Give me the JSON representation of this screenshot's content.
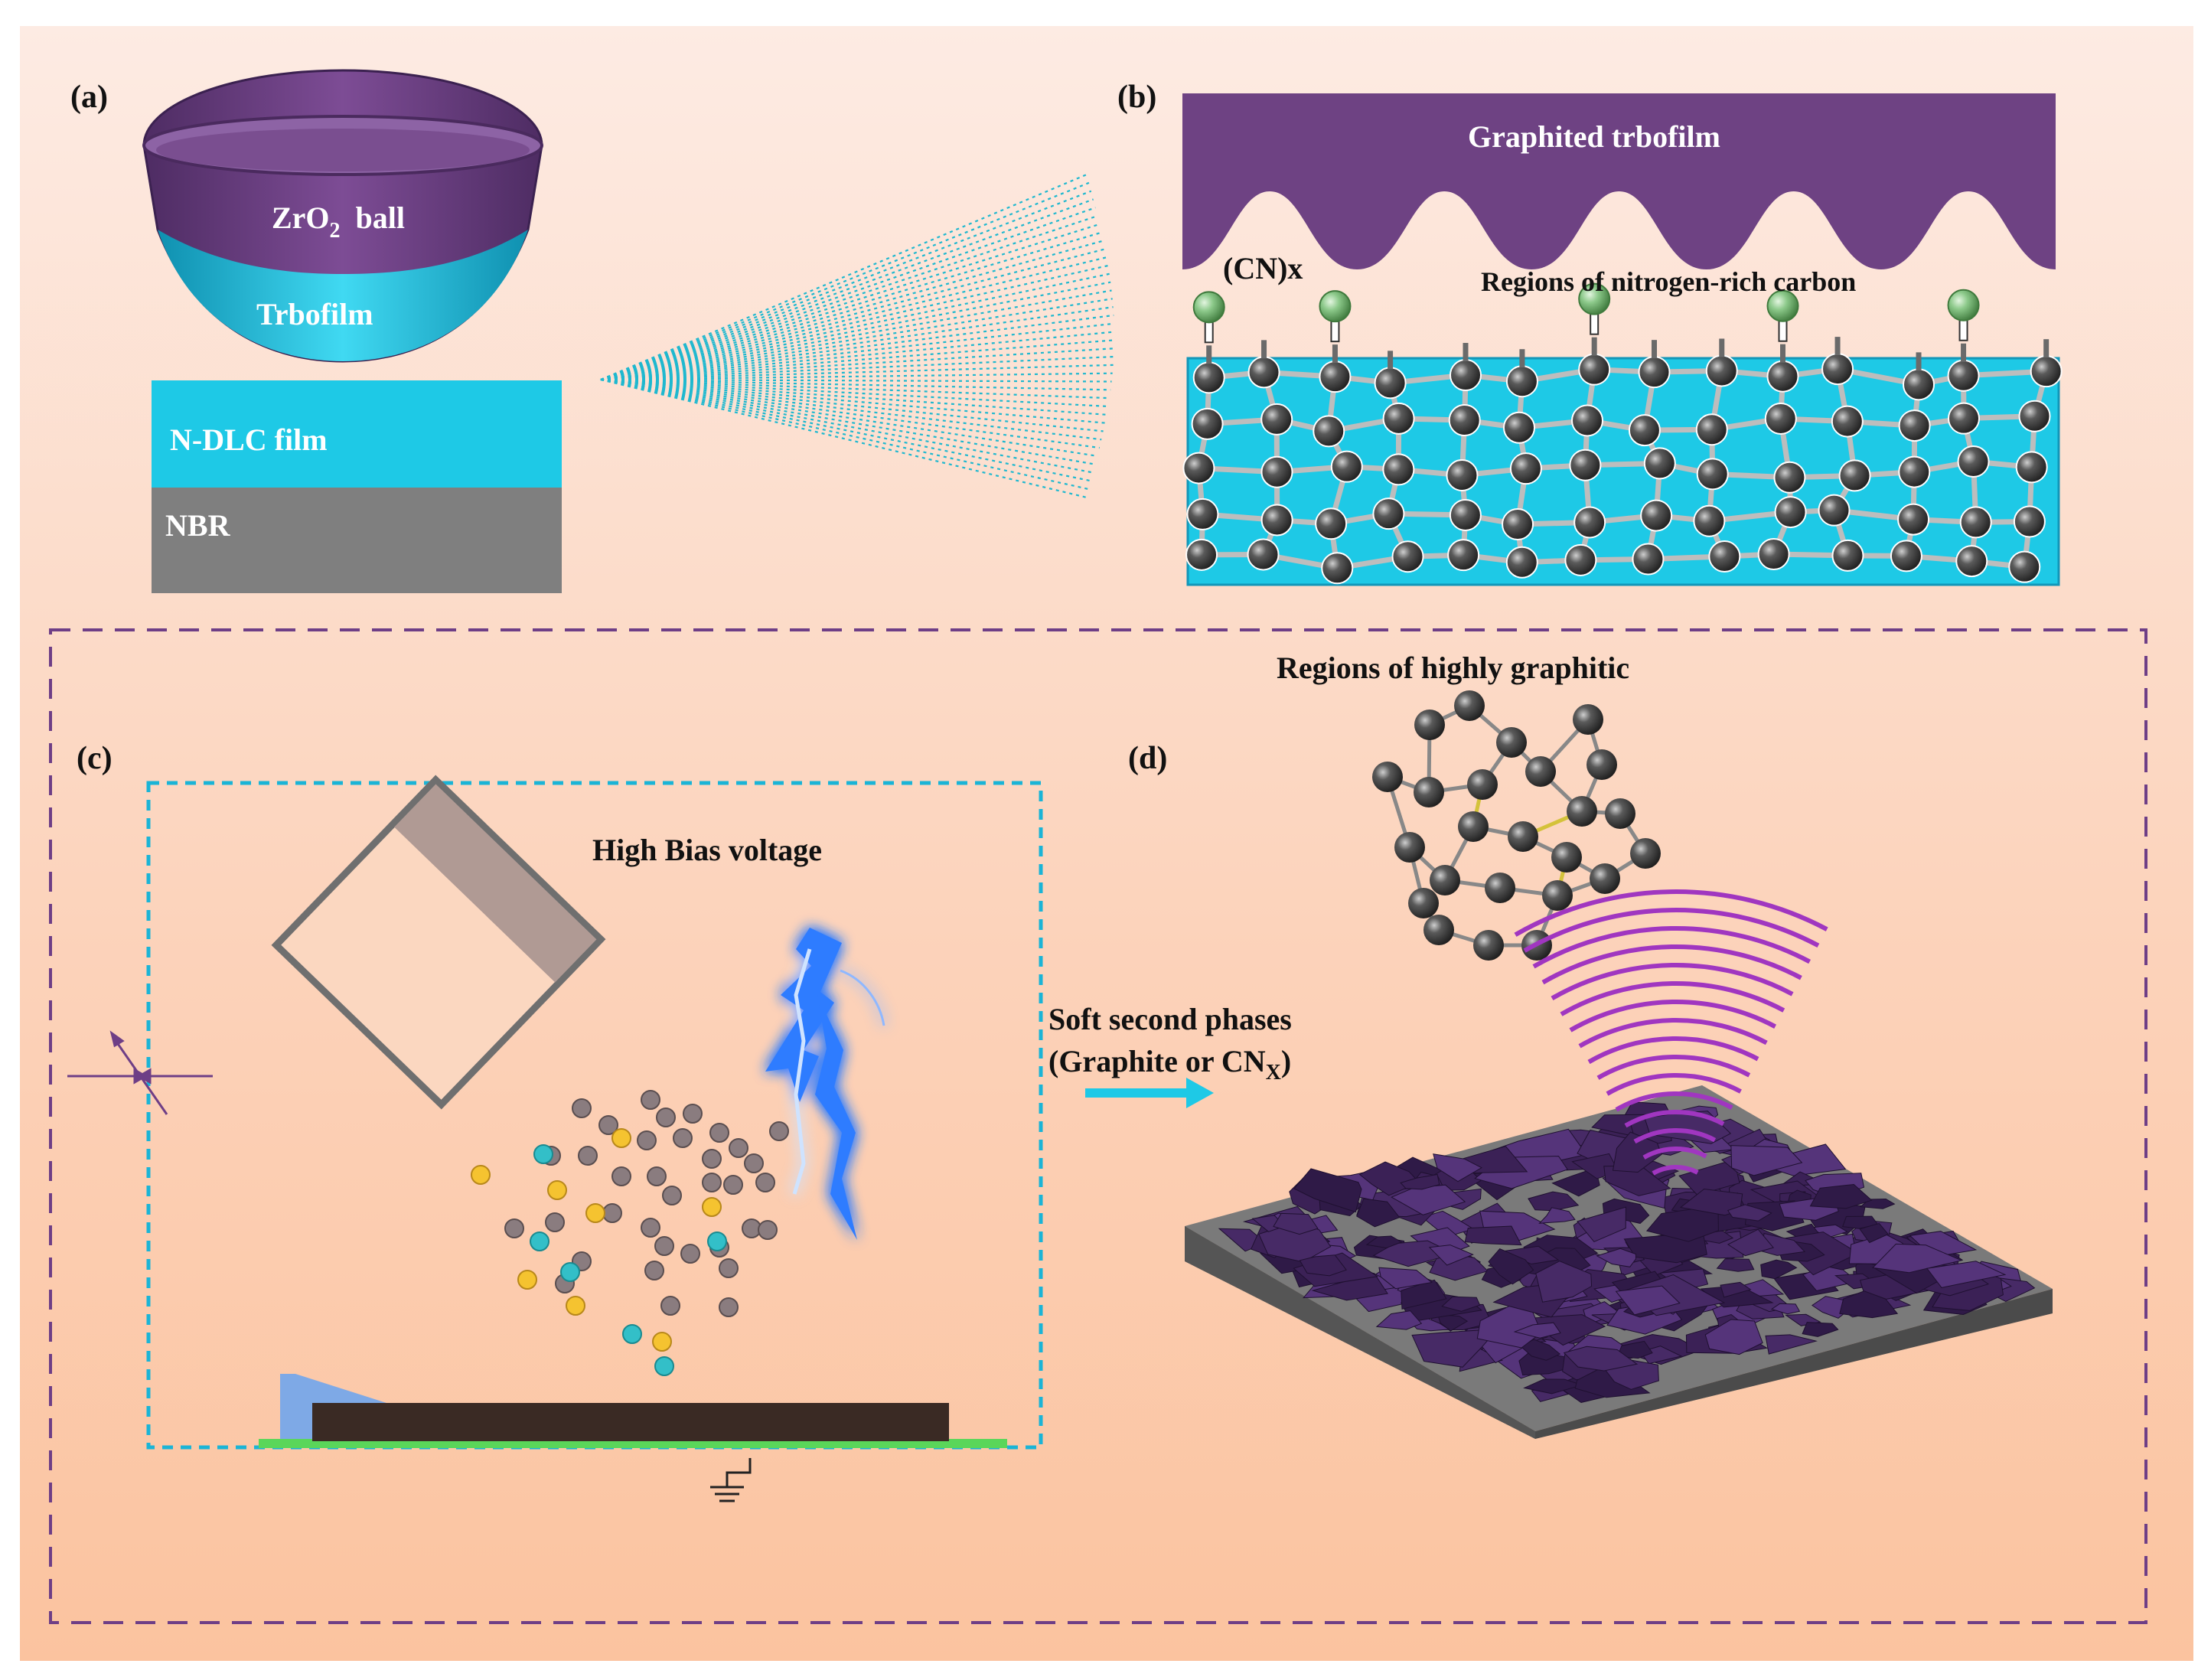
{
  "panels": {
    "a": {
      "label": "(a)",
      "ball_text": "ZrO",
      "ball_sub": "2",
      "ball_suffix": "ball",
      "tribofilm": "Trbofilm",
      "film": "N-DLC film",
      "substrate": "NBR"
    },
    "b": {
      "label": "(b)",
      "top": "Graphited trbofilm",
      "cnx": "(CN)x",
      "region": "Regions of nitrogen-rich  carbon"
    },
    "c": {
      "label": "(c)",
      "voltage": "High Bias voltage"
    },
    "arrow": {
      "line1": "Soft second phases",
      "line2_prefix": "(Graphite or CN",
      "line2_sub": "X",
      "line2_suffix": ")"
    },
    "d": {
      "label": "(d)",
      "region": "Regions of highly graphitic"
    }
  },
  "colors": {
    "background_top": "#fde9e1",
    "background_bottom": "#fbc6a4",
    "purple": "#6e4283",
    "cyan": "#1ec9e6",
    "gray_substrate": "#7f7f7f",
    "dashed_border": "#6e3e86",
    "dashed_cyan": "#1ab4d6",
    "lightning": "#2f7bff",
    "flake": "#3b2156",
    "particle_gray": "#8a7c7f",
    "particle_yellow": "#f5c330",
    "particle_cyan": "#33bfc8",
    "green_atom": "#8cc98a"
  }
}
